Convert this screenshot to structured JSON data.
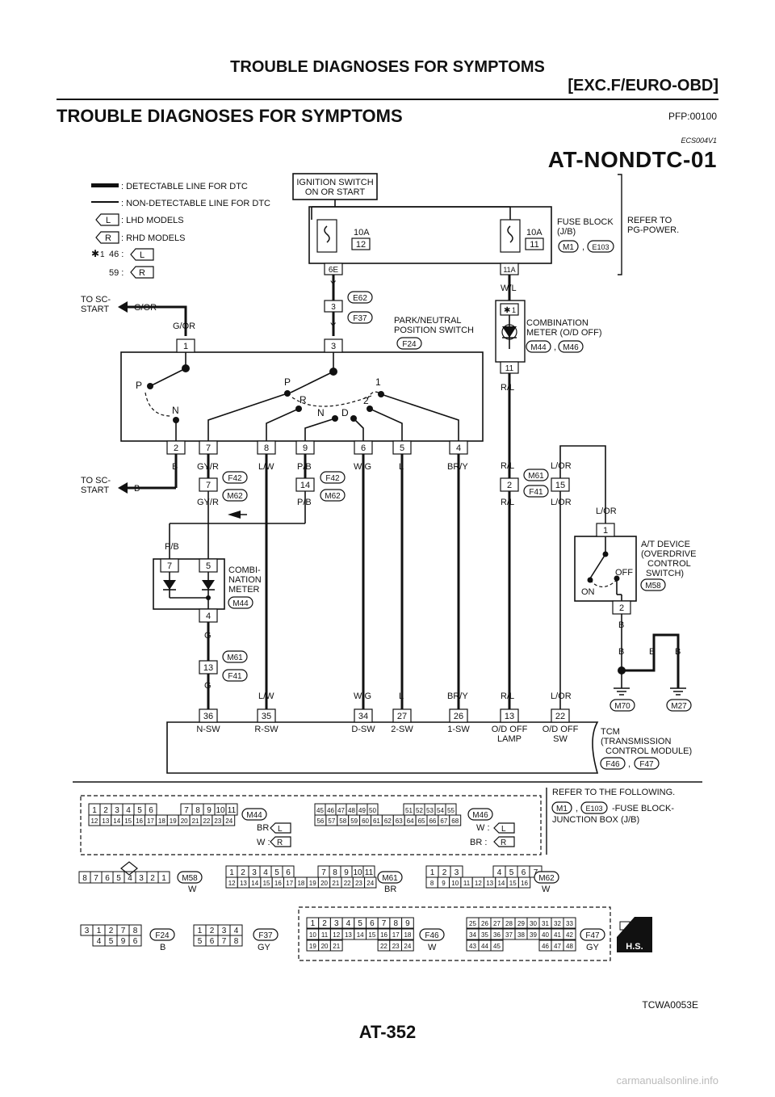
{
  "header": {
    "title": "TROUBLE DIAGNOSES FOR SYMPTOMS",
    "subtitle": "[EXC.F/EURO-OBD]"
  },
  "section": {
    "title": "TROUBLE DIAGNOSES FOR SYMPTOMS",
    "pfp": "PFP:00100",
    "code": "ECS004V1"
  },
  "diagram": {
    "id": "AT-NONDTC-01",
    "legend": {
      "detectable": ": DETECTABLE LINE FOR DTC",
      "non_detectable": ": NON-DETECTABLE LINE FOR DTC",
      "lhd": ": LHD MODELS",
      "rhd": ": RHD MODELS",
      "l": "L",
      "r": "R",
      "star1": "1",
      "v46": "46 :",
      "v59": "59 :"
    },
    "ignition": "IGNITION SWITCH",
    "ignition2": "ON OR START",
    "fuse_block": "FUSE BLOCK",
    "fuse_jb": "(J/B)",
    "refer": "REFER TO",
    "refer2": "PG-POWER.",
    "fuse10a": "10A",
    "fuse12": "12",
    "fuse11": "11",
    "conn_6e": "6E",
    "conn_11a": "11A",
    "m1": "M1",
    "e103": "E103",
    "comma": ",",
    "wire_y": "Y",
    "wire_wl": "W/L",
    "wire_gor": "G/OR",
    "wire_b": "B",
    "wire_gyr": "GY/R",
    "wire_lw": "L/W",
    "wire_pb": "P/B",
    "wire_wg": "W/G",
    "wire_l": "L",
    "wire_bry": "BR/Y",
    "wire_rl": "R/L",
    "wire_lor": "L/OR",
    "wire_g": "G",
    "e62": "E62",
    "f37": "F37",
    "f24": "F24",
    "f42": "F42",
    "m62": "M62",
    "m61": "M61",
    "f41": "F41",
    "m44": "M44",
    "m46": "M46",
    "m58": "M58",
    "m70": "M70",
    "m27": "M27",
    "f46": "F46",
    "f47": "F47",
    "to_sc": "TO SC-",
    "start": "START",
    "pnp_switch": "PARK/NEUTRAL",
    "pnp_switch2": "POSITION SWITCH",
    "combination_meter": "COMBINATION",
    "combination_meter2": "METER (O/D OFF)",
    "combi": "COMBI-",
    "nation": "NATION",
    "meter": "METER",
    "at_device": "A/T DEVICE",
    "at_device2": "(OVERDRIVE",
    "at_device3": "CONTROL",
    "at_device4": "SWITCH)",
    "on": "ON",
    "off": "OFF",
    "tcm": "TCM",
    "tcm2": "(TRANSMISSION",
    "tcm3": "CONTROL MODULE)",
    "pos_p": "P",
    "pos_n": "N",
    "pos_r": "R",
    "pos_d": "D",
    "pos_1": "1",
    "pos_2": "2",
    "pins": {
      "p1": "1",
      "p2": "2",
      "p3": "3",
      "p4": "4",
      "p5": "5",
      "p6": "6",
      "p7": "7",
      "p8": "8",
      "p9": "9",
      "p11": "11",
      "p13": "13",
      "p14": "14",
      "p15": "15",
      "p22": "22",
      "p26": "26",
      "p27": "27",
      "p34": "34",
      "p35": "35",
      "p36": "36"
    },
    "tcm_terms": {
      "nsw": "N-SW",
      "rsw": "R-SW",
      "dsw": "D-SW",
      "sw2": "2-SW",
      "sw1": "1-SW",
      "odlamp1": "O/D OFF",
      "odlamp2": "LAMP",
      "odsw1": "O/D OFF",
      "odsw2": "SW"
    }
  },
  "connectors": {
    "refer_following": "REFER TO THE FOLLOWING.",
    "fuse_block_label": "-FUSE BLOCK-",
    "junction_box": "JUNCTION BOX (J/B)",
    "br": "BR :",
    "w": "W :",
    "col_w": "W",
    "col_br": "BR",
    "col_b": "B",
    "col_gy": "GY",
    "hs": "H.S.",
    "m44_row1": [
      "1",
      "2",
      "3",
      "4",
      "5",
      "6",
      "7",
      "8",
      "9",
      "10",
      "11"
    ],
    "m44_row2": [
      "12",
      "13",
      "14",
      "15",
      "16",
      "17",
      "18",
      "19",
      "20",
      "21",
      "22",
      "23",
      "24"
    ],
    "m46_row1": [
      "45",
      "46",
      "47",
      "48",
      "49",
      "50",
      "51",
      "52",
      "53",
      "54",
      "55"
    ],
    "m46_row2": [
      "56",
      "57",
      "58",
      "59",
      "60",
      "61",
      "62",
      "63",
      "64",
      "65",
      "66",
      "67",
      "68"
    ],
    "m58_row": [
      "8",
      "7",
      "6",
      "5",
      "4",
      "3",
      "2",
      "1"
    ],
    "m61_row1": [
      "1",
      "2",
      "3",
      "4",
      "5",
      "6",
      "7",
      "8",
      "9",
      "10",
      "11"
    ],
    "m61_row2": [
      "12",
      "13",
      "14",
      "15",
      "16",
      "17",
      "18",
      "19",
      "20",
      "21",
      "22",
      "23",
      "24"
    ],
    "m62_row1": [
      "1",
      "2",
      "3",
      "4",
      "5",
      "6",
      "7"
    ],
    "m62_row2": [
      "8",
      "9",
      "10",
      "11",
      "12",
      "13",
      "14",
      "15",
      "16"
    ],
    "f24_row1": [
      "3",
      "1",
      "2",
      "7",
      "8"
    ],
    "f24_row2": [
      "4",
      "5",
      "9",
      "6"
    ],
    "f37_row1": [
      "1",
      "2",
      "3",
      "4"
    ],
    "f37_row2": [
      "5",
      "6",
      "7",
      "8"
    ],
    "f46_row1": [
      "1",
      "2",
      "3",
      "4",
      "5",
      "6",
      "7",
      "8",
      "9"
    ],
    "f46_row2": [
      "10",
      "11",
      "12",
      "13",
      "14",
      "15",
      "16",
      "17",
      "18"
    ],
    "f46_row3": [
      "19",
      "20",
      "21",
      "22",
      "23",
      "24"
    ],
    "f47_row1": [
      "25",
      "26",
      "27",
      "28",
      "29",
      "30",
      "31",
      "32",
      "33"
    ],
    "f47_row2": [
      "34",
      "35",
      "36",
      "37",
      "38",
      "39",
      "40",
      "41",
      "42"
    ],
    "f47_row3": [
      "43",
      "44",
      "45",
      "46",
      "47",
      "48"
    ]
  },
  "footer": {
    "figure": "TCWA0053E",
    "page": "AT-352",
    "watermark": "carmanualsonline.info"
  }
}
